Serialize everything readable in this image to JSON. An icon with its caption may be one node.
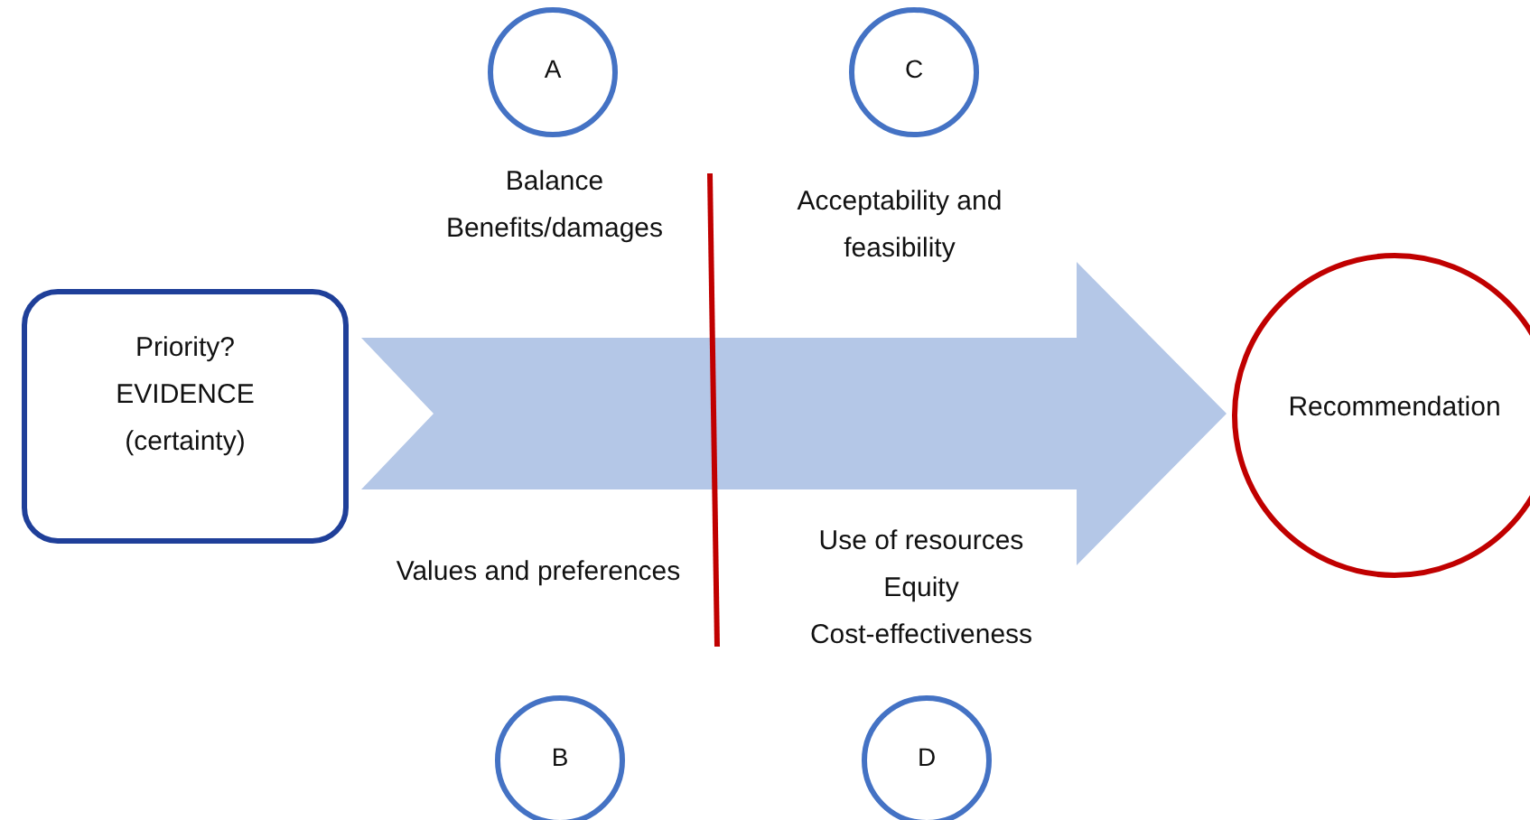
{
  "diagram": {
    "nodes": [
      {
        "text": [
          "A"
        ]
      },
      {
        "text": [
          "C"
        ]
      },
      {
        "text": [
          "Priority? EVIDENCE (certainty)"
        ]
      },
      {
        "text": [
          "Recommendation"
        ]
      },
      {
        "text": [
          "B"
        ]
      },
      {
        "text": [
          "D"
        ]
      }
    ],
    "edges": [
      {
        "from": 2,
        "to": 3,
        "arrow": "to",
        "style": "thick",
        "color": "#b4c7e7"
      }
    ],
    "labels": [
      "Balance Benefits/damages",
      "Acceptability and feasibility",
      "Values and preferences",
      "Use of resources",
      "Equity",
      "Cost-effectiveness"
    ]
  }
}
